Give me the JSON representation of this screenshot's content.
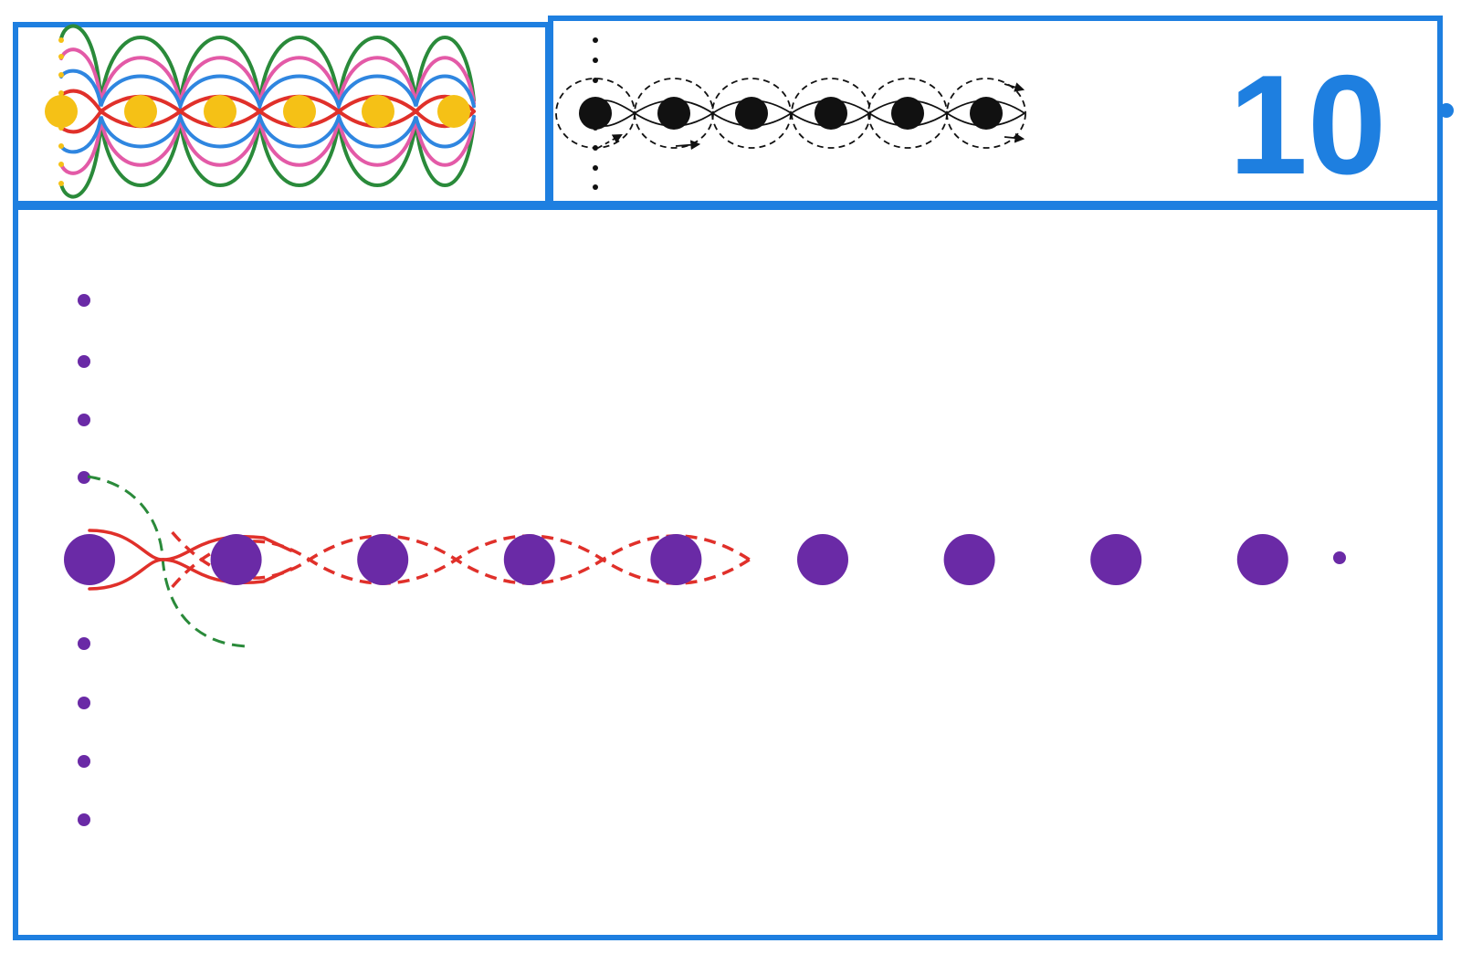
{
  "page": {
    "number": "10"
  },
  "colors": {
    "frame": "#1e7fe0",
    "number": "#1e7fe0",
    "sample_dot": "#f5c116",
    "sample_green": "#2a8a3a",
    "sample_pink": "#e35aa7",
    "sample_blue": "#2f86e0",
    "sample_red": "#e0302a",
    "demo_dot": "#111111",
    "worksheet_dot": "#6a2aa6",
    "guide_red": "#e0302a",
    "guide_green": "#2a8a3a"
  },
  "icons": {
    "direction_arrow": "arrowhead-icon"
  },
  "exercise": {
    "large_dots": 9,
    "traced_dots": 5,
    "small_dots_above": 4,
    "small_dots_below": 4
  }
}
